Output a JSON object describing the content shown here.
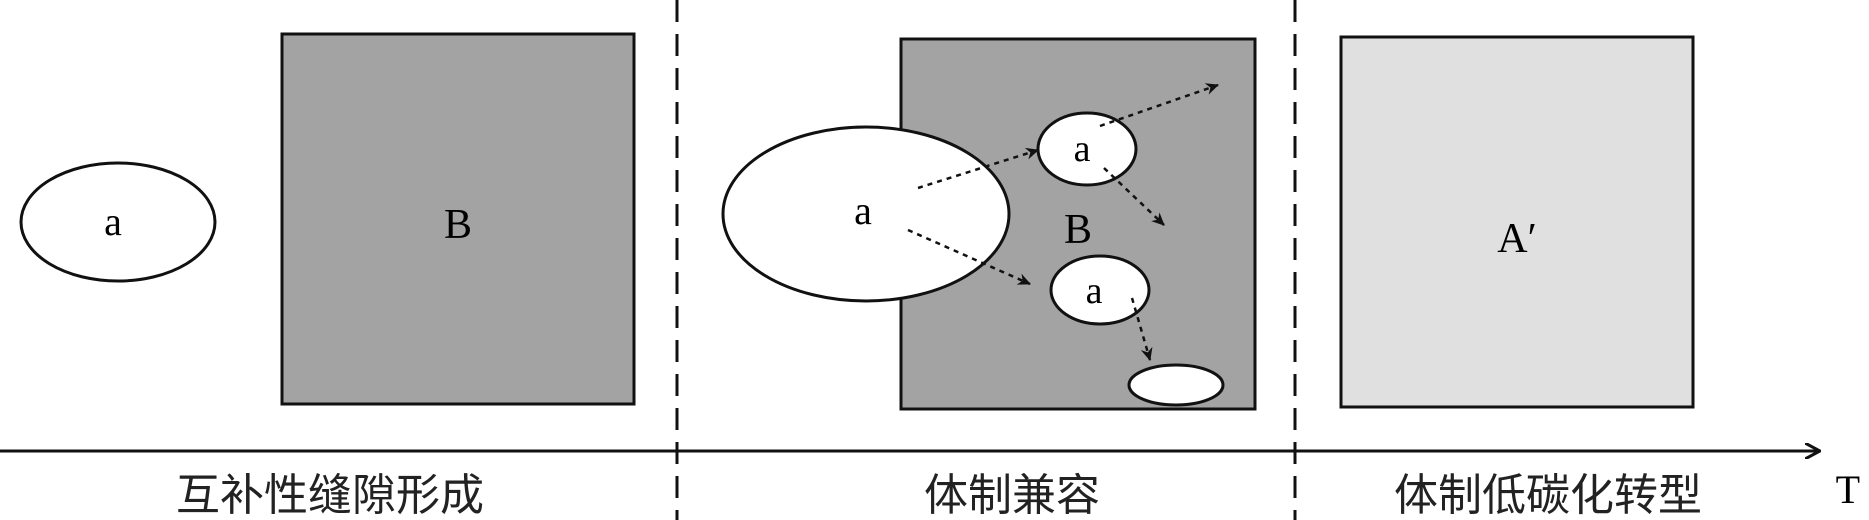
{
  "stages": [
    {
      "caption": "互补性缝隙形成"
    },
    {
      "caption": "体制兼容"
    },
    {
      "caption": "体制低碳化转型"
    }
  ],
  "stage1": {
    "niche_label": "a",
    "regime_label": "B"
  },
  "stage2": {
    "niche_label": "a",
    "regime_label": "B",
    "small_labels": [
      "a",
      "a"
    ]
  },
  "stage3": {
    "regime_label": "A′"
  },
  "axis": {
    "label": "T"
  },
  "colors": {
    "regime_dark": "#a3a3a3",
    "regime_light": "#e0e0e0",
    "stroke": "#111111",
    "niche_fill": "#ffffff"
  }
}
